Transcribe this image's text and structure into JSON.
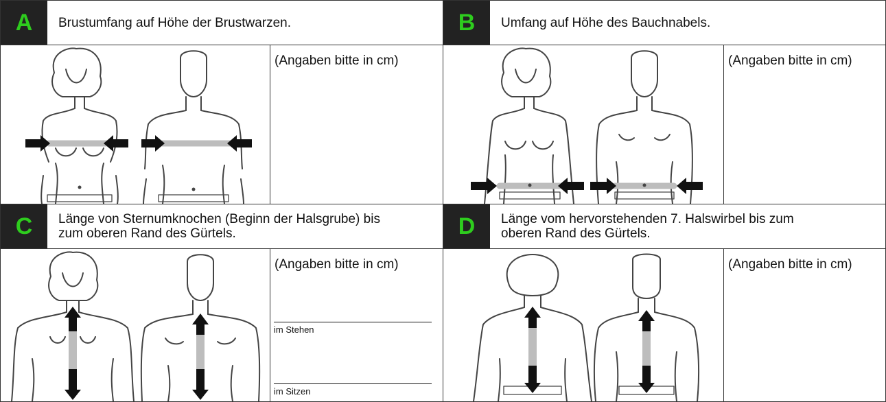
{
  "sections": [
    {
      "letter": "A",
      "title": "Brustumfang auf Höhe der Brustwarzen.",
      "note": "(Angaben bitte in cm)",
      "illustration": "chest-circumference-front"
    },
    {
      "letter": "B",
      "title": "Umfang auf Höhe des Bauchnabels.",
      "note": "(Angaben bitte in cm)",
      "illustration": "waist-circumference-front"
    },
    {
      "letter": "C",
      "title_line1": "Länge von Sternumknochen (Beginn der Halsgrube) bis",
      "title_line2": "zum oberen Rand des Gürtels.",
      "note": "(Angaben bitte in cm)",
      "field1_caption": "im Stehen",
      "field2_caption": "im Sitzen",
      "illustration": "front-length-sternum-to-belt"
    },
    {
      "letter": "D",
      "title_line1": "Länge vom hervorstehenden 7. Halswirbel bis zum",
      "title_line2": "oberen Rand des Gürtels.",
      "note": "(Angaben bitte in cm)",
      "illustration": "back-length-vertebra-to-belt"
    }
  ],
  "colors": {
    "letter_bg": "#222222",
    "letter_fg": "#2ecc1e",
    "arrow": "#111111",
    "measure_band": "#bdbdbd"
  }
}
